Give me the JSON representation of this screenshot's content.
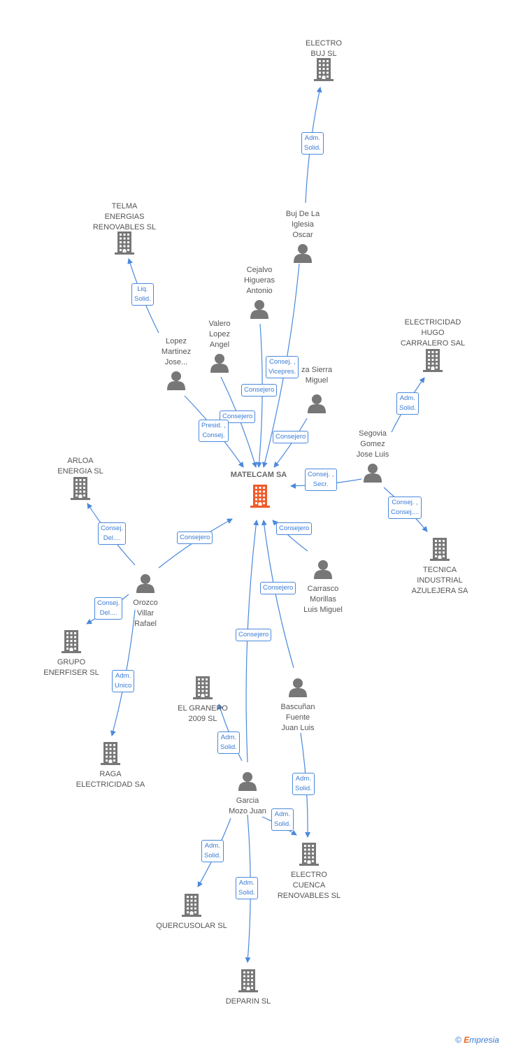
{
  "center": {
    "name": "MATELCAM SA",
    "color": "#f05a28"
  },
  "colors": {
    "edge": "#4a89dc",
    "node": "#777777"
  },
  "watermark": {
    "symbol": "©",
    "brand_initial": "E",
    "brand_rest": "mpresia"
  },
  "nodes": [
    {
      "id": "electro_buj",
      "type": "company",
      "lines": [
        "ELECTRO",
        "BUJ SL"
      ]
    },
    {
      "id": "buj",
      "type": "person",
      "lines": [
        "Buj De La",
        "Iglesia",
        "Oscar"
      ]
    },
    {
      "id": "telma",
      "type": "company",
      "lines": [
        "TELMA",
        "ENERGIAS",
        "RENOVABLES SL"
      ]
    },
    {
      "id": "cejalvo",
      "type": "person",
      "lines": [
        "Cejalvo",
        "Higueras",
        "Antonio"
      ]
    },
    {
      "id": "valero",
      "type": "person",
      "lines": [
        "Valero",
        "Lopez",
        "Angel"
      ]
    },
    {
      "id": "lopez",
      "type": "person",
      "lines": [
        "Lopez",
        "Martinez",
        "Jose..."
      ]
    },
    {
      "id": "sierra",
      "type": "person",
      "lines": [
        "za Sierra",
        "Miguel"
      ]
    },
    {
      "id": "electricidad_hugo",
      "type": "company",
      "lines": [
        "ELECTRICIDAD",
        "HUGO",
        "CARRALERO SAL"
      ]
    },
    {
      "id": "segovia",
      "type": "person",
      "lines": [
        "Segovia",
        "Gomez",
        "Jose Luis"
      ]
    },
    {
      "id": "arloa",
      "type": "company",
      "lines": [
        "ARLOA",
        "ENERGIA  SL"
      ]
    },
    {
      "id": "tecnica",
      "type": "company",
      "lines": [
        "TECNICA",
        "INDUSTRIAL",
        "AZULEJERA SA"
      ]
    },
    {
      "id": "carrasco",
      "type": "person",
      "lines": [
        "Carrasco",
        "Morillas",
        "Luis Miguel"
      ]
    },
    {
      "id": "orozco",
      "type": "person",
      "lines": [
        "Orozco",
        "Villar",
        "Rafael"
      ]
    },
    {
      "id": "grupo",
      "type": "company",
      "lines": [
        "GRUPO",
        "ENERFISER SL"
      ]
    },
    {
      "id": "el_granero",
      "type": "company",
      "lines": [
        "EL GRANERO",
        "2009 SL"
      ]
    },
    {
      "id": "bascunan",
      "type": "person",
      "lines": [
        "Bascuñan",
        "Fuente",
        "Juan Luis"
      ]
    },
    {
      "id": "raga",
      "type": "company",
      "lines": [
        "RAGA",
        "ELECTRICIDAD SA"
      ]
    },
    {
      "id": "garcia",
      "type": "person",
      "lines": [
        "Garcia",
        "Mozo Juan"
      ]
    },
    {
      "id": "electro_cuenca",
      "type": "company",
      "lines": [
        "ELECTRO",
        "CUENCA",
        "RENOVABLES SL"
      ]
    },
    {
      "id": "quercusolar",
      "type": "company",
      "lines": [
        "QUERCUSOLAR SL"
      ]
    },
    {
      "id": "deparin",
      "type": "company",
      "lines": [
        "DEPARIN SL"
      ]
    }
  ],
  "edges": [
    {
      "id": "e1",
      "lines": [
        "Adm.",
        "Solid."
      ]
    },
    {
      "id": "e2",
      "lines": [
        "Liq.",
        "Solid."
      ]
    },
    {
      "id": "e3",
      "lines": [
        "Consej. ,",
        "Vicepres."
      ]
    },
    {
      "id": "e4",
      "lines": [
        "Consejero"
      ]
    },
    {
      "id": "e5",
      "lines": [
        "Consejero"
      ]
    },
    {
      "id": "e6",
      "lines": [
        "Presid. ,",
        "Consej."
      ]
    },
    {
      "id": "e7",
      "lines": [
        "Consejero"
      ]
    },
    {
      "id": "e8",
      "lines": [
        "Adm.",
        "Solid."
      ]
    },
    {
      "id": "e9",
      "lines": [
        "Consej. ,",
        "Secr."
      ]
    },
    {
      "id": "e10",
      "lines": [
        "Consej. ,",
        "Consej...."
      ]
    },
    {
      "id": "e11",
      "lines": [
        "Consej.",
        "Del...."
      ]
    },
    {
      "id": "e12",
      "lines": [
        "Consejero"
      ]
    },
    {
      "id": "e13",
      "lines": [
        "Consejero"
      ]
    },
    {
      "id": "e14",
      "lines": [
        "Consejero"
      ]
    },
    {
      "id": "e15",
      "lines": [
        "Consej.",
        "Del...."
      ]
    },
    {
      "id": "e16",
      "lines": [
        "Consejero"
      ]
    },
    {
      "id": "e17",
      "lines": [
        "Adm.",
        "Unico"
      ]
    },
    {
      "id": "e18",
      "lines": [
        "Adm.",
        "Solid."
      ]
    },
    {
      "id": "e19",
      "lines": [
        "Adm.",
        "Solid."
      ]
    },
    {
      "id": "e20",
      "lines": [
        "Adm.",
        "Solid."
      ]
    },
    {
      "id": "e21",
      "lines": [
        "Adm.",
        "Solid."
      ]
    },
    {
      "id": "e22",
      "lines": [
        "Adm.",
        "Solid."
      ]
    }
  ]
}
